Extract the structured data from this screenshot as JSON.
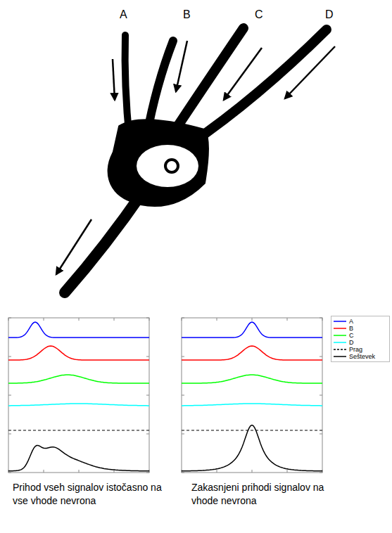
{
  "diagram": {
    "labels": [
      "A",
      "B",
      "C",
      "D",
      "Prihod vseh signalov istočasno na vse vhode nevrona",
      "Zakasnjeni prihodi signalov na vhode nevrona"
    ],
    "legend": [
      {
        "text": "A",
        "color": "#0000ff"
      },
      {
        "text": "B",
        "color": "#ff0000"
      },
      {
        "text": "C",
        "color": "#00ff00"
      },
      {
        "text": "D",
        "color": "#00ffff"
      },
      {
        "text": "Prag"
      },
      {
        "text": "Seštevek",
        "color": "#000000"
      }
    ]
  }
}
